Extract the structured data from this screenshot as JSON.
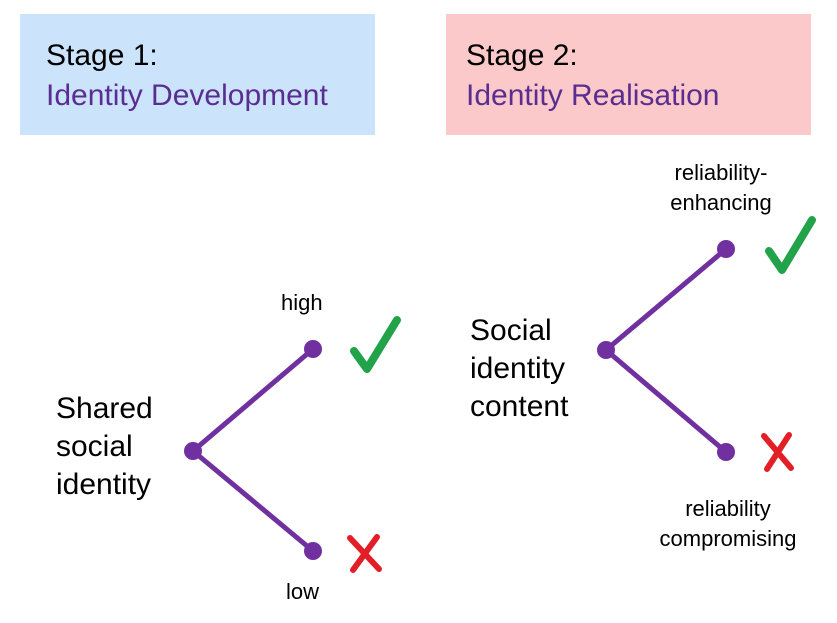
{
  "colors": {
    "stage1_bg": "#cce4fb",
    "stage2_bg": "#fbc9c9",
    "accent_text": "#5a2d91",
    "branch_line": "#7030a0",
    "check": "#22a34a",
    "cross": "#e21f26"
  },
  "stage1": {
    "label": "Stage 1:",
    "name": "Identity Development"
  },
  "stage2": {
    "label": "Stage 2:",
    "name": "Identity Realisation"
  },
  "tree1": {
    "root_lines": [
      "Shared",
      "social",
      "identity"
    ],
    "upper_label": "high",
    "lower_label": "low",
    "upper_icon": "check-icon",
    "lower_icon": "cross-icon"
  },
  "tree2": {
    "root_lines": [
      "Social",
      "identity",
      "content"
    ],
    "upper_label_lines": [
      "reliability-",
      "enhancing"
    ],
    "lower_label_lines": [
      "reliability",
      "compromising"
    ],
    "upper_icon": "check-icon",
    "lower_icon": "cross-icon"
  }
}
